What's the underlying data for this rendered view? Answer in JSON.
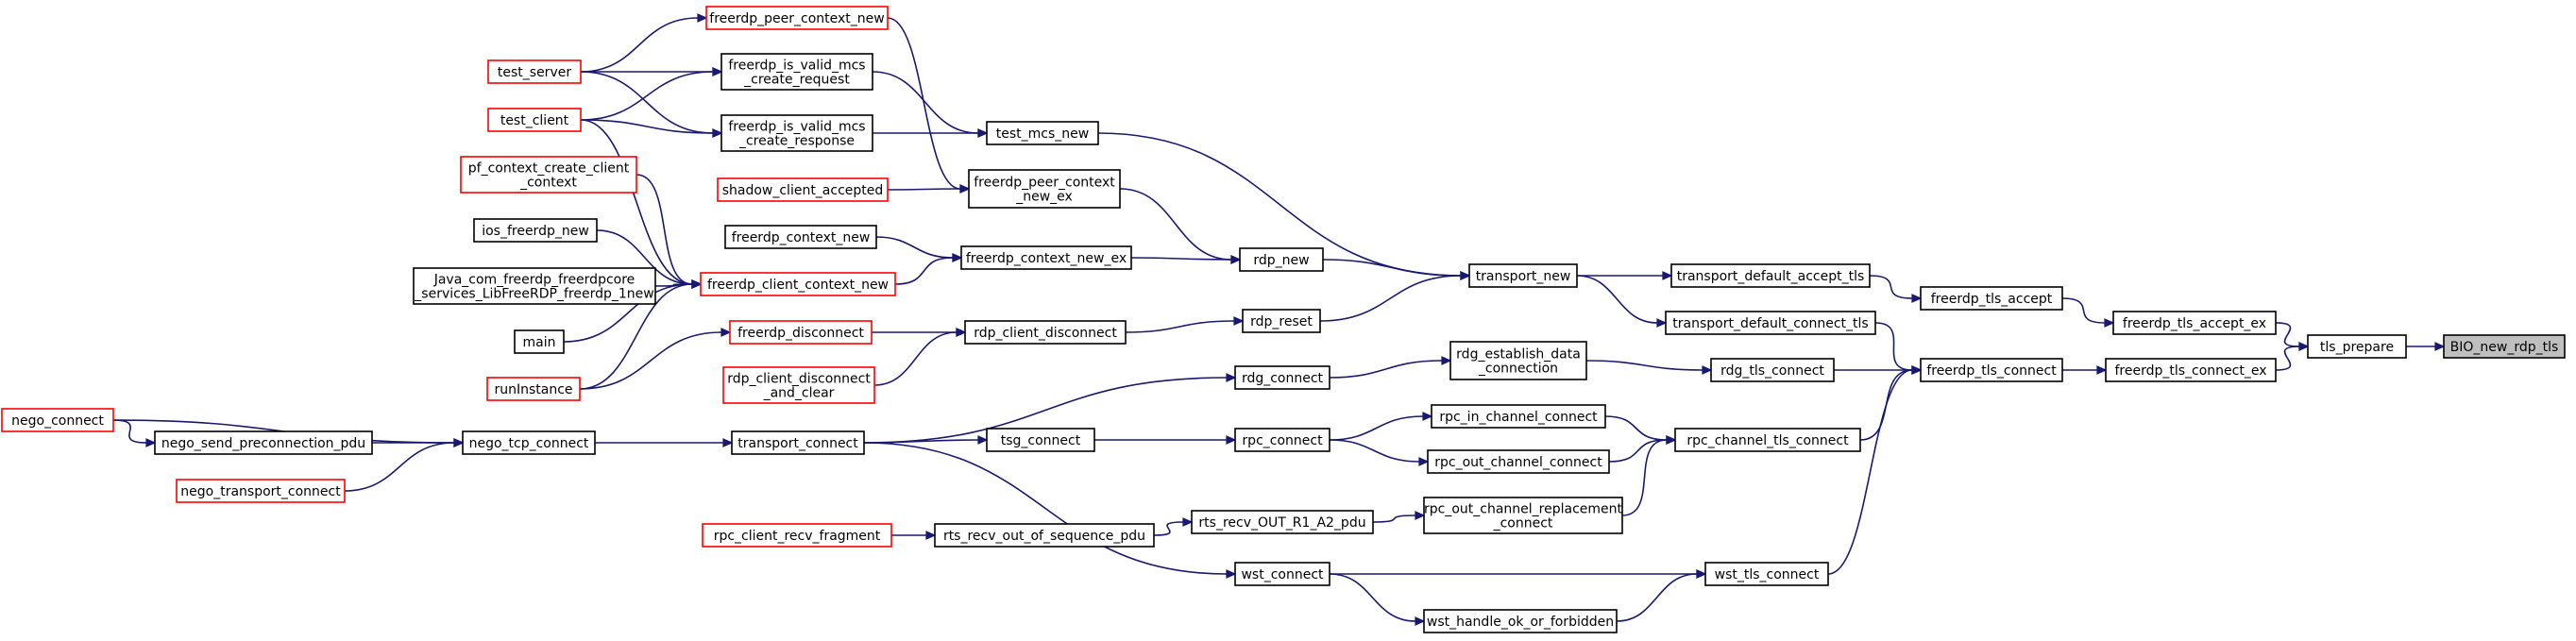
{
  "colors": {
    "edge": "#191970",
    "node_border_default": "#000000",
    "node_border_truncated": "#ff0000",
    "node_fill": "#ffffff",
    "root_fill": "#bfbfbf"
  },
  "nodes": [
    {
      "id": "freerdp_peer_context_new",
      "lines": [
        "freerdp_peer_context_new"
      ],
      "style": "truncated"
    },
    {
      "id": "test_server",
      "lines": [
        "test_server"
      ],
      "style": "truncated"
    },
    {
      "id": "freerdp_is_valid_mcs_create_request",
      "lines": [
        "freerdp_is_valid_mcs",
        "_create_request"
      ],
      "style": "default"
    },
    {
      "id": "test_client",
      "lines": [
        "test_client"
      ],
      "style": "truncated"
    },
    {
      "id": "freerdp_is_valid_mcs_create_response",
      "lines": [
        "freerdp_is_valid_mcs",
        "_create_response"
      ],
      "style": "default"
    },
    {
      "id": "test_mcs_new",
      "lines": [
        "test_mcs_new"
      ],
      "style": "default"
    },
    {
      "id": "pf_context_create_client_context",
      "lines": [
        "pf_context_create_client",
        "_context"
      ],
      "style": "truncated"
    },
    {
      "id": "shadow_client_accepted",
      "lines": [
        "shadow_client_accepted"
      ],
      "style": "truncated"
    },
    {
      "id": "freerdp_peer_context_new_ex",
      "lines": [
        "freerdp_peer_context",
        "_new_ex"
      ],
      "style": "default"
    },
    {
      "id": "ios_freerdp_new",
      "lines": [
        "ios_freerdp_new"
      ],
      "style": "default"
    },
    {
      "id": "freerdp_context_new",
      "lines": [
        "freerdp_context_new"
      ],
      "style": "default"
    },
    {
      "id": "freerdp_context_new_ex",
      "lines": [
        "freerdp_context_new_ex"
      ],
      "style": "default"
    },
    {
      "id": "rdp_new",
      "lines": [
        "rdp_new"
      ],
      "style": "default"
    },
    {
      "id": "java_new",
      "lines": [
        "Java_com_freerdp_freerdpcore",
        "_services_LibFreeRDP_freerdp_1new"
      ],
      "style": "default"
    },
    {
      "id": "freerdp_client_context_new",
      "lines": [
        "freerdp_client_context_new"
      ],
      "style": "truncated"
    },
    {
      "id": "transport_new",
      "lines": [
        "transport_new"
      ],
      "style": "default"
    },
    {
      "id": "transport_default_accept_tls",
      "lines": [
        "transport_default_accept_tls"
      ],
      "style": "default"
    },
    {
      "id": "freerdp_tls_accept",
      "lines": [
        "freerdp_tls_accept"
      ],
      "style": "default"
    },
    {
      "id": "freerdp_tls_accept_ex",
      "lines": [
        "freerdp_tls_accept_ex"
      ],
      "style": "default"
    },
    {
      "id": "tls_prepare",
      "lines": [
        "tls_prepare"
      ],
      "style": "default"
    },
    {
      "id": "bio_new_rdp_tls",
      "lines": [
        "BIO_new_rdp_tls"
      ],
      "style": "root"
    },
    {
      "id": "main",
      "lines": [
        "main"
      ],
      "style": "default"
    },
    {
      "id": "freerdp_disconnect",
      "lines": [
        "freerdp_disconnect"
      ],
      "style": "truncated"
    },
    {
      "id": "rdp_client_disconnect",
      "lines": [
        "rdp_client_disconnect"
      ],
      "style": "default"
    },
    {
      "id": "rdp_reset",
      "lines": [
        "rdp_reset"
      ],
      "style": "default"
    },
    {
      "id": "transport_default_connect_tls",
      "lines": [
        "transport_default_connect_tls"
      ],
      "style": "default"
    },
    {
      "id": "rdg_establish_data_connection",
      "lines": [
        "rdg_establish_data",
        "_connection"
      ],
      "style": "default"
    },
    {
      "id": "runInstance",
      "lines": [
        "runInstance"
      ],
      "style": "truncated"
    },
    {
      "id": "rdp_client_disconnect_and_clear",
      "lines": [
        "rdp_client_disconnect",
        "_and_clear"
      ],
      "style": "truncated"
    },
    {
      "id": "rdg_connect",
      "lines": [
        "rdg_connect"
      ],
      "style": "default"
    },
    {
      "id": "rdg_tls_connect",
      "lines": [
        "rdg_tls_connect"
      ],
      "style": "default"
    },
    {
      "id": "freerdp_tls_connect",
      "lines": [
        "freerdp_tls_connect"
      ],
      "style": "default"
    },
    {
      "id": "freerdp_tls_connect_ex",
      "lines": [
        "freerdp_tls_connect_ex"
      ],
      "style": "default"
    },
    {
      "id": "rpc_in_channel_connect",
      "lines": [
        "rpc_in_channel_connect"
      ],
      "style": "default"
    },
    {
      "id": "nego_connect",
      "lines": [
        "nego_connect"
      ],
      "style": "truncated"
    },
    {
      "id": "nego_send_preconnection_pdu",
      "lines": [
        "nego_send_preconnection_pdu"
      ],
      "style": "default"
    },
    {
      "id": "nego_tcp_connect",
      "lines": [
        "nego_tcp_connect"
      ],
      "style": "default"
    },
    {
      "id": "transport_connect",
      "lines": [
        "transport_connect"
      ],
      "style": "default"
    },
    {
      "id": "tsg_connect",
      "lines": [
        "tsg_connect"
      ],
      "style": "default"
    },
    {
      "id": "rpc_connect",
      "lines": [
        "rpc_connect"
      ],
      "style": "default"
    },
    {
      "id": "rpc_channel_tls_connect",
      "lines": [
        "rpc_channel_tls_connect"
      ],
      "style": "default"
    },
    {
      "id": "rpc_out_channel_connect",
      "lines": [
        "rpc_out_channel_connect"
      ],
      "style": "default"
    },
    {
      "id": "nego_transport_connect",
      "lines": [
        "nego_transport_connect"
      ],
      "style": "truncated"
    },
    {
      "id": "rpc_out_channel_replacement_connect",
      "lines": [
        "rpc_out_channel_replacement",
        "_connect"
      ],
      "style": "default"
    },
    {
      "id": "rpc_client_recv_fragment",
      "lines": [
        "rpc_client_recv_fragment"
      ],
      "style": "truncated"
    },
    {
      "id": "rts_recv_out_of_sequence_pdu",
      "lines": [
        "rts_recv_out_of_sequence_pdu"
      ],
      "style": "default"
    },
    {
      "id": "rts_recv_out_r1_a2_pdu",
      "lines": [
        "rts_recv_OUT_R1_A2_pdu"
      ],
      "style": "default"
    },
    {
      "id": "wst_connect",
      "lines": [
        "wst_connect"
      ],
      "style": "default"
    },
    {
      "id": "wst_tls_connect",
      "lines": [
        "wst_tls_connect"
      ],
      "style": "default"
    },
    {
      "id": "wst_handle_ok_or_forbidden",
      "lines": [
        "wst_handle_ok_or_forbidden"
      ],
      "style": "default"
    }
  ],
  "edges": [
    {
      "from": "test_server",
      "to": "freerdp_peer_context_new"
    },
    {
      "from": "test_server",
      "to": "freerdp_is_valid_mcs_create_request"
    },
    {
      "from": "test_server",
      "to": "freerdp_is_valid_mcs_create_response"
    },
    {
      "from": "test_client",
      "to": "freerdp_is_valid_mcs_create_request"
    },
    {
      "from": "test_client",
      "to": "freerdp_is_valid_mcs_create_response"
    },
    {
      "from": "test_client",
      "to": "freerdp_client_context_new"
    },
    {
      "from": "freerdp_is_valid_mcs_create_request",
      "to": "test_mcs_new"
    },
    {
      "from": "freerdp_is_valid_mcs_create_response",
      "to": "test_mcs_new"
    },
    {
      "from": "freerdp_peer_context_new",
      "to": "freerdp_peer_context_new_ex"
    },
    {
      "from": "shadow_client_accepted",
      "to": "freerdp_peer_context_new_ex"
    },
    {
      "from": "freerdp_peer_context_new_ex",
      "to": "rdp_new"
    },
    {
      "from": "pf_context_create_client_context",
      "to": "freerdp_client_context_new"
    },
    {
      "from": "ios_freerdp_new",
      "to": "freerdp_client_context_new"
    },
    {
      "from": "java_new",
      "to": "freerdp_client_context_new"
    },
    {
      "from": "main",
      "to": "freerdp_client_context_new"
    },
    {
      "from": "runInstance",
      "to": "freerdp_client_context_new"
    },
    {
      "from": "freerdp_context_new",
      "to": "freerdp_context_new_ex"
    },
    {
      "from": "freerdp_client_context_new",
      "to": "freerdp_context_new_ex"
    },
    {
      "from": "freerdp_context_new_ex",
      "to": "rdp_new"
    },
    {
      "from": "runInstance",
      "to": "freerdp_disconnect"
    },
    {
      "from": "freerdp_disconnect",
      "to": "rdp_client_disconnect"
    },
    {
      "from": "rdp_client_disconnect_and_clear",
      "to": "rdp_client_disconnect"
    },
    {
      "from": "rdp_client_disconnect",
      "to": "rdp_reset"
    },
    {
      "from": "test_mcs_new",
      "to": "transport_new"
    },
    {
      "from": "rdp_new",
      "to": "transport_new"
    },
    {
      "from": "rdp_reset",
      "to": "transport_new"
    },
    {
      "from": "transport_new",
      "to": "transport_default_accept_tls"
    },
    {
      "from": "transport_new",
      "to": "transport_default_connect_tls"
    },
    {
      "from": "transport_default_accept_tls",
      "to": "freerdp_tls_accept"
    },
    {
      "from": "freerdp_tls_accept",
      "to": "freerdp_tls_accept_ex"
    },
    {
      "from": "freerdp_tls_accept_ex",
      "to": "tls_prepare"
    },
    {
      "from": "tls_prepare",
      "to": "bio_new_rdp_tls"
    },
    {
      "from": "transport_default_connect_tls",
      "to": "freerdp_tls_connect"
    },
    {
      "from": "rdg_tls_connect",
      "to": "freerdp_tls_connect"
    },
    {
      "from": "rpc_channel_tls_connect",
      "to": "freerdp_tls_connect"
    },
    {
      "from": "wst_tls_connect",
      "to": "freerdp_tls_connect"
    },
    {
      "from": "freerdp_tls_connect",
      "to": "freerdp_tls_connect_ex"
    },
    {
      "from": "freerdp_tls_connect_ex",
      "to": "tls_prepare"
    },
    {
      "from": "rdg_connect",
      "to": "rdg_establish_data_connection"
    },
    {
      "from": "rdg_establish_data_connection",
      "to": "rdg_tls_connect"
    },
    {
      "from": "nego_connect",
      "to": "nego_send_preconnection_pdu"
    },
    {
      "from": "nego_connect",
      "to": "nego_tcp_connect"
    },
    {
      "from": "nego_send_preconnection_pdu",
      "to": "nego_tcp_connect"
    },
    {
      "from": "nego_transport_connect",
      "to": "nego_tcp_connect"
    },
    {
      "from": "nego_tcp_connect",
      "to": "transport_connect"
    },
    {
      "from": "transport_connect",
      "to": "rdg_connect"
    },
    {
      "from": "transport_connect",
      "to": "tsg_connect"
    },
    {
      "from": "transport_connect",
      "to": "wst_connect"
    },
    {
      "from": "tsg_connect",
      "to": "rpc_connect"
    },
    {
      "from": "rpc_connect",
      "to": "rpc_in_channel_connect"
    },
    {
      "from": "rpc_connect",
      "to": "rpc_out_channel_connect"
    },
    {
      "from": "rpc_in_channel_connect",
      "to": "rpc_channel_tls_connect"
    },
    {
      "from": "rpc_out_channel_connect",
      "to": "rpc_channel_tls_connect"
    },
    {
      "from": "rpc_out_channel_replacement_connect",
      "to": "rpc_channel_tls_connect"
    },
    {
      "from": "rpc_client_recv_fragment",
      "to": "rts_recv_out_of_sequence_pdu"
    },
    {
      "from": "rts_recv_out_of_sequence_pdu",
      "to": "rts_recv_out_r1_a2_pdu"
    },
    {
      "from": "rts_recv_out_r1_a2_pdu",
      "to": "rpc_out_channel_replacement_connect"
    },
    {
      "from": "wst_connect",
      "to": "wst_tls_connect"
    },
    {
      "from": "wst_connect",
      "to": "wst_handle_ok_or_forbidden"
    },
    {
      "from": "wst_handle_ok_or_forbidden",
      "to": "wst_tls_connect"
    }
  ]
}
